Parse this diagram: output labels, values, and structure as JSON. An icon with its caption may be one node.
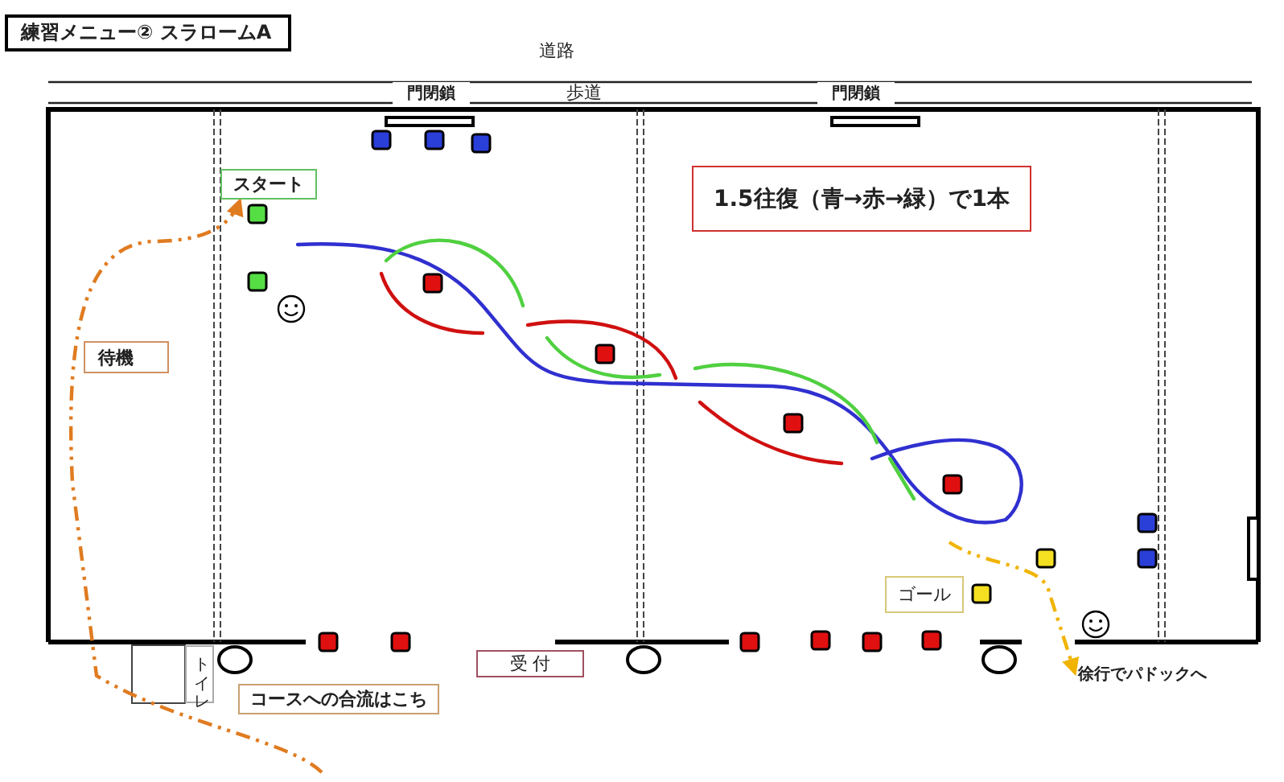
{
  "diagram": {
    "title": "練習メニュー② スラロームA",
    "nodes": [
      {
        "text": [
          "スタート"
        ]
      },
      {
        "text": [
          "待機"
        ]
      },
      {
        "text": [
          "1.5往復（青→赤→緑）で1本"
        ]
      },
      {
        "text": [
          "ゴール"
        ]
      },
      {
        "text": [
          "トイレ"
        ]
      },
      {
        "text": [
          "受 付"
        ]
      },
      {
        "text": [
          "コースへの合流はこち"
        ]
      },
      {
        "text": [
          "徐行でパドックへ"
        ]
      }
    ],
    "edges": [
      {
        "from": null,
        "to": 0,
        "arrow": "to",
        "style": "dashed",
        "color": "#e07b20"
      },
      {
        "from": null,
        "to": 7,
        "arrow": "to",
        "style": "dashed",
        "color": "#f0b400"
      }
    ],
    "labels": [
      "道路",
      "門閉鎖",
      "歩道",
      "門閉鎖"
    ]
  }
}
